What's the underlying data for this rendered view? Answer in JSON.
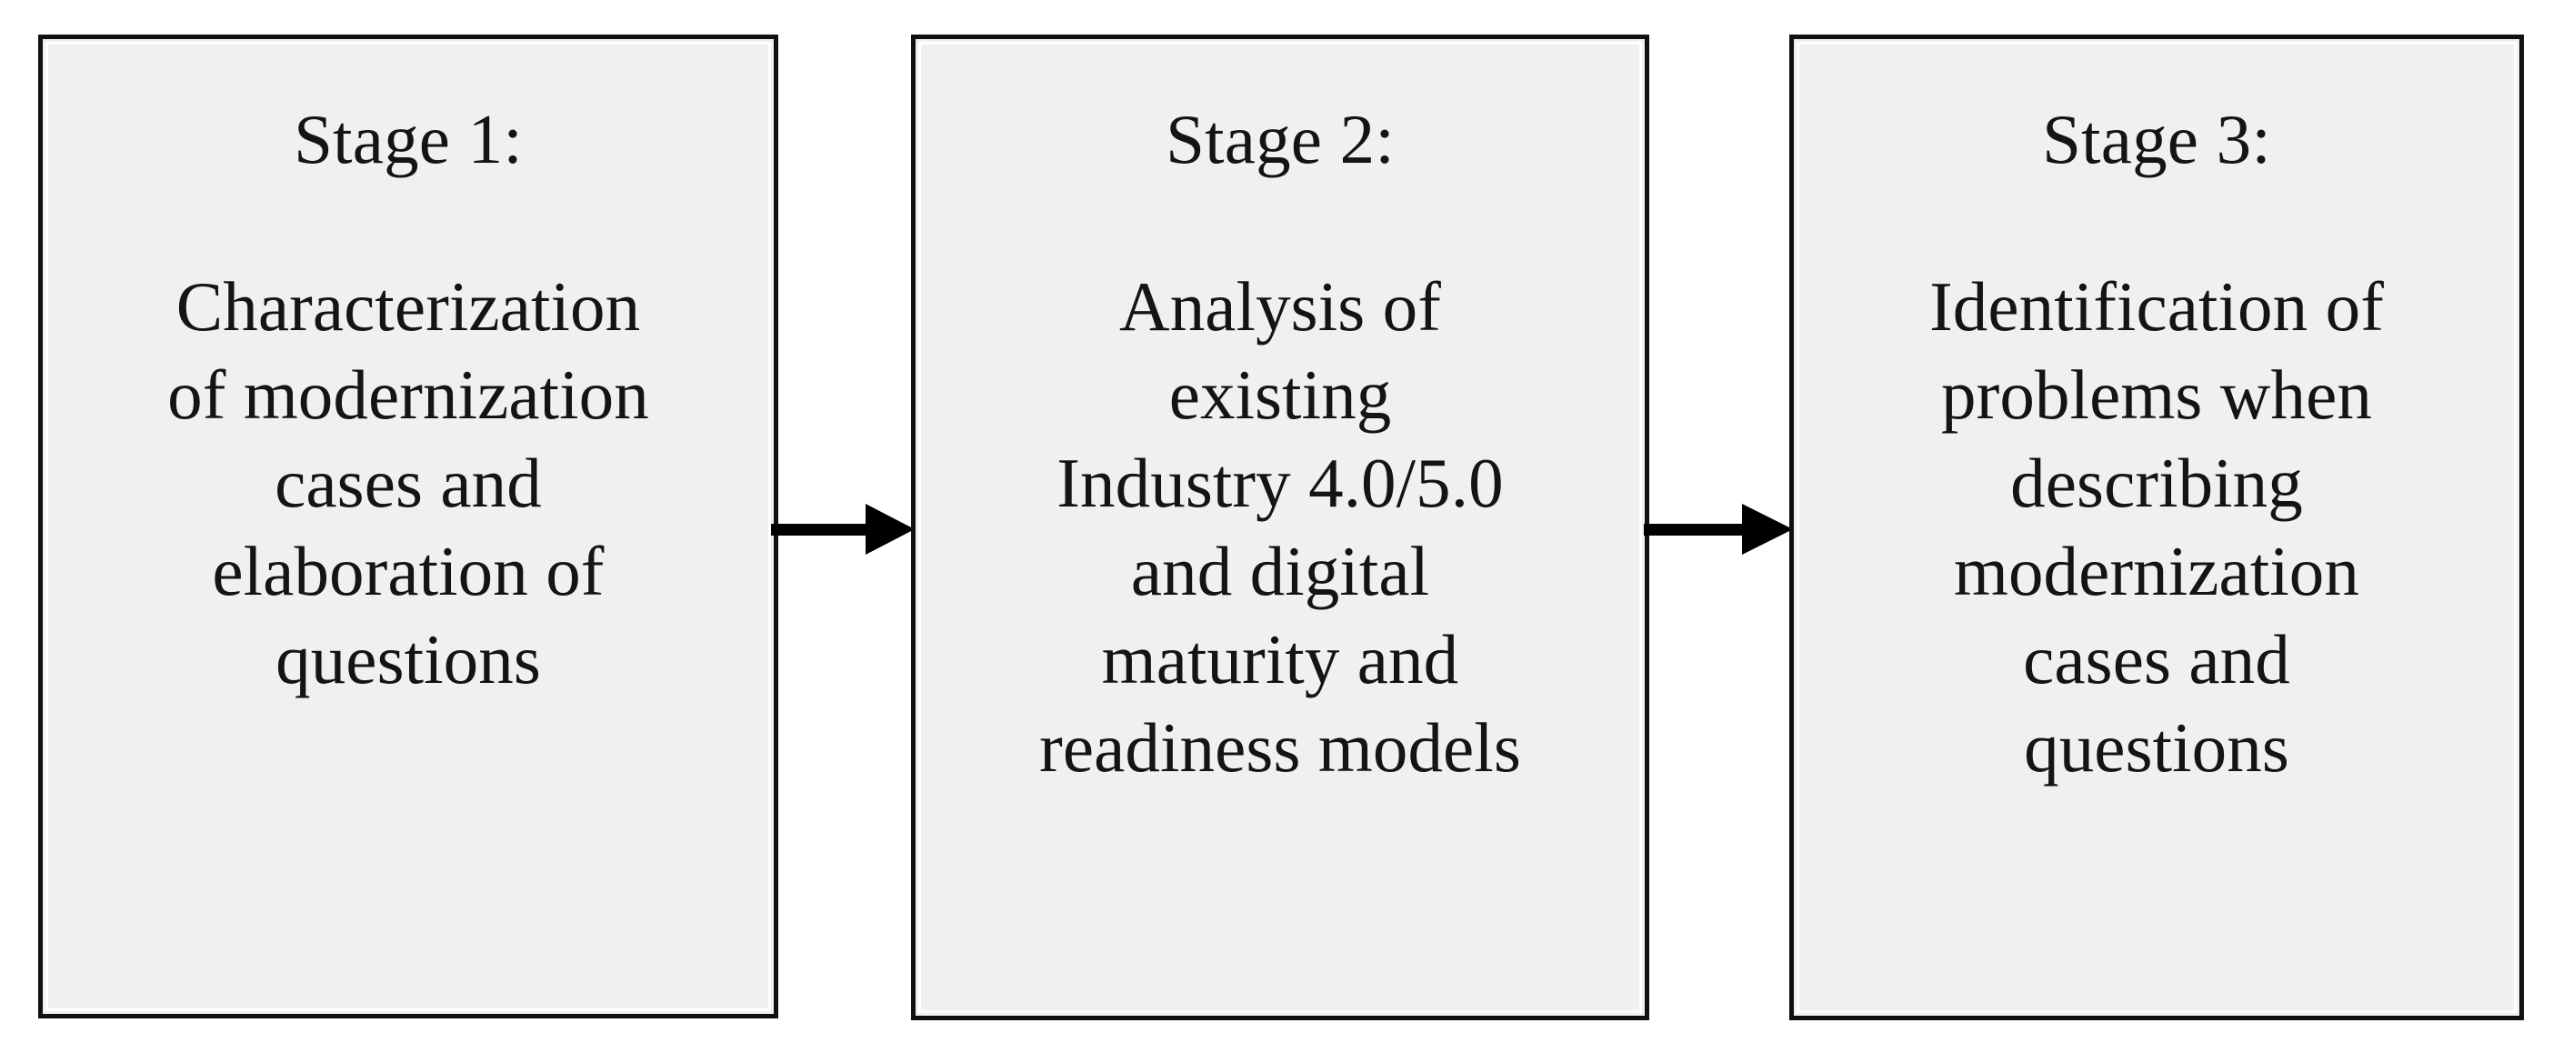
{
  "diagram": {
    "type": "flowchart",
    "orientation": "horizontal",
    "background_color": "#ffffff",
    "box_fill_color": "#f0f0f0",
    "box_border_color": "#111111",
    "text_color": "#141414",
    "arrow_color": "#000000",
    "stages": [
      {
        "id": "stage-1",
        "title": "Stage 1:",
        "body": "Characterization\nof modernization\ncases and\nelaboration of\nquestions"
      },
      {
        "id": "stage-2",
        "title": "Stage 2:",
        "body": "Analysis of\nexisting\nIndustry 4.0/5.0\nand digital\nmaturity and\nreadiness models"
      },
      {
        "id": "stage-3",
        "title": "Stage 3:",
        "body": "Identification of\nproblems when\ndescribing\nmodernization\ncases and\nquestions"
      }
    ],
    "connectors": [
      {
        "id": "arrow-1",
        "from": "stage-1",
        "to": "stage-2",
        "icon": "arrow-right-icon"
      },
      {
        "id": "arrow-2",
        "from": "stage-2",
        "to": "stage-3",
        "icon": "arrow-right-icon"
      }
    ]
  }
}
